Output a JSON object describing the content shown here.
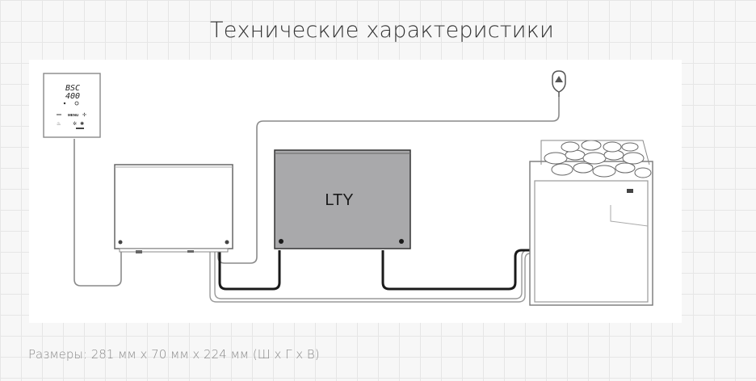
{
  "title": "Технические характеристики",
  "caption": "Размеры: 281 мм х 70 мм х 224 мм (Ш х Г х В)",
  "diagram": {
    "controller": {
      "display_line1": "BSC",
      "display_line2": "400",
      "menu_label": "MENU"
    },
    "power_unit": {
      "label": "LTY"
    },
    "colors": {
      "lty_fill": "#a9a9ab",
      "outline": "#555555",
      "cable": "#1a1a1a",
      "thin_wire": "#888888"
    }
  }
}
